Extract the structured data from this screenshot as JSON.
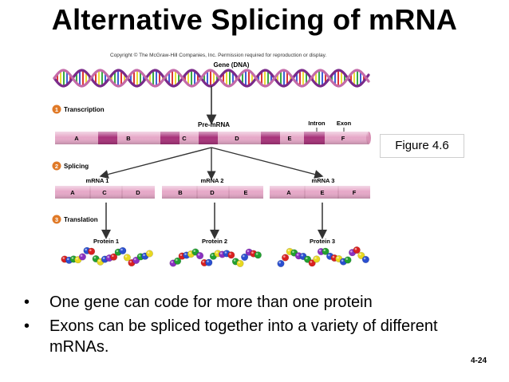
{
  "title": "Alternative Splicing of mRNA",
  "copyright": "Copyright © The McGraw-Hill Companies, Inc. Permission required for reproduction or display.",
  "gene_label": "Gene (DNA)",
  "steps": [
    {
      "number": "1",
      "label": "Transcription"
    },
    {
      "number": "2",
      "label": "Splicing"
    },
    {
      "number": "3",
      "label": "Translation"
    }
  ],
  "pre_mrna": {
    "label": "Pre-mRNA",
    "intron_label": "Intron",
    "exon_label": "Exon",
    "exons": [
      "A",
      "B",
      "C",
      "D",
      "E",
      "F"
    ]
  },
  "mrnas": [
    {
      "label": "mRNA 1",
      "exons": [
        "A",
        "C",
        "D"
      ]
    },
    {
      "label": "mRNA 2",
      "exons": [
        "B",
        "D",
        "E"
      ]
    },
    {
      "label": "mRNA 3",
      "exons": [
        "A",
        "E",
        "F"
      ]
    }
  ],
  "proteins": [
    "Protein 1",
    "Protein 2",
    "Protein 3"
  ],
  "figure_label": "Figure 4.6",
  "bullets": [
    "One gene can code for more than one protein",
    "Exons can be spliced together into a variety of different mRNAs."
  ],
  "page_number": "4-24",
  "colors": {
    "exon": "#e6a8c8",
    "intron": "#a8327a",
    "step_circle": "#e07a28",
    "arrow": "#333333",
    "bead_colors": [
      "#d92020",
      "#2a4fd0",
      "#22a030",
      "#e8d820",
      "#8a30c0"
    ]
  }
}
